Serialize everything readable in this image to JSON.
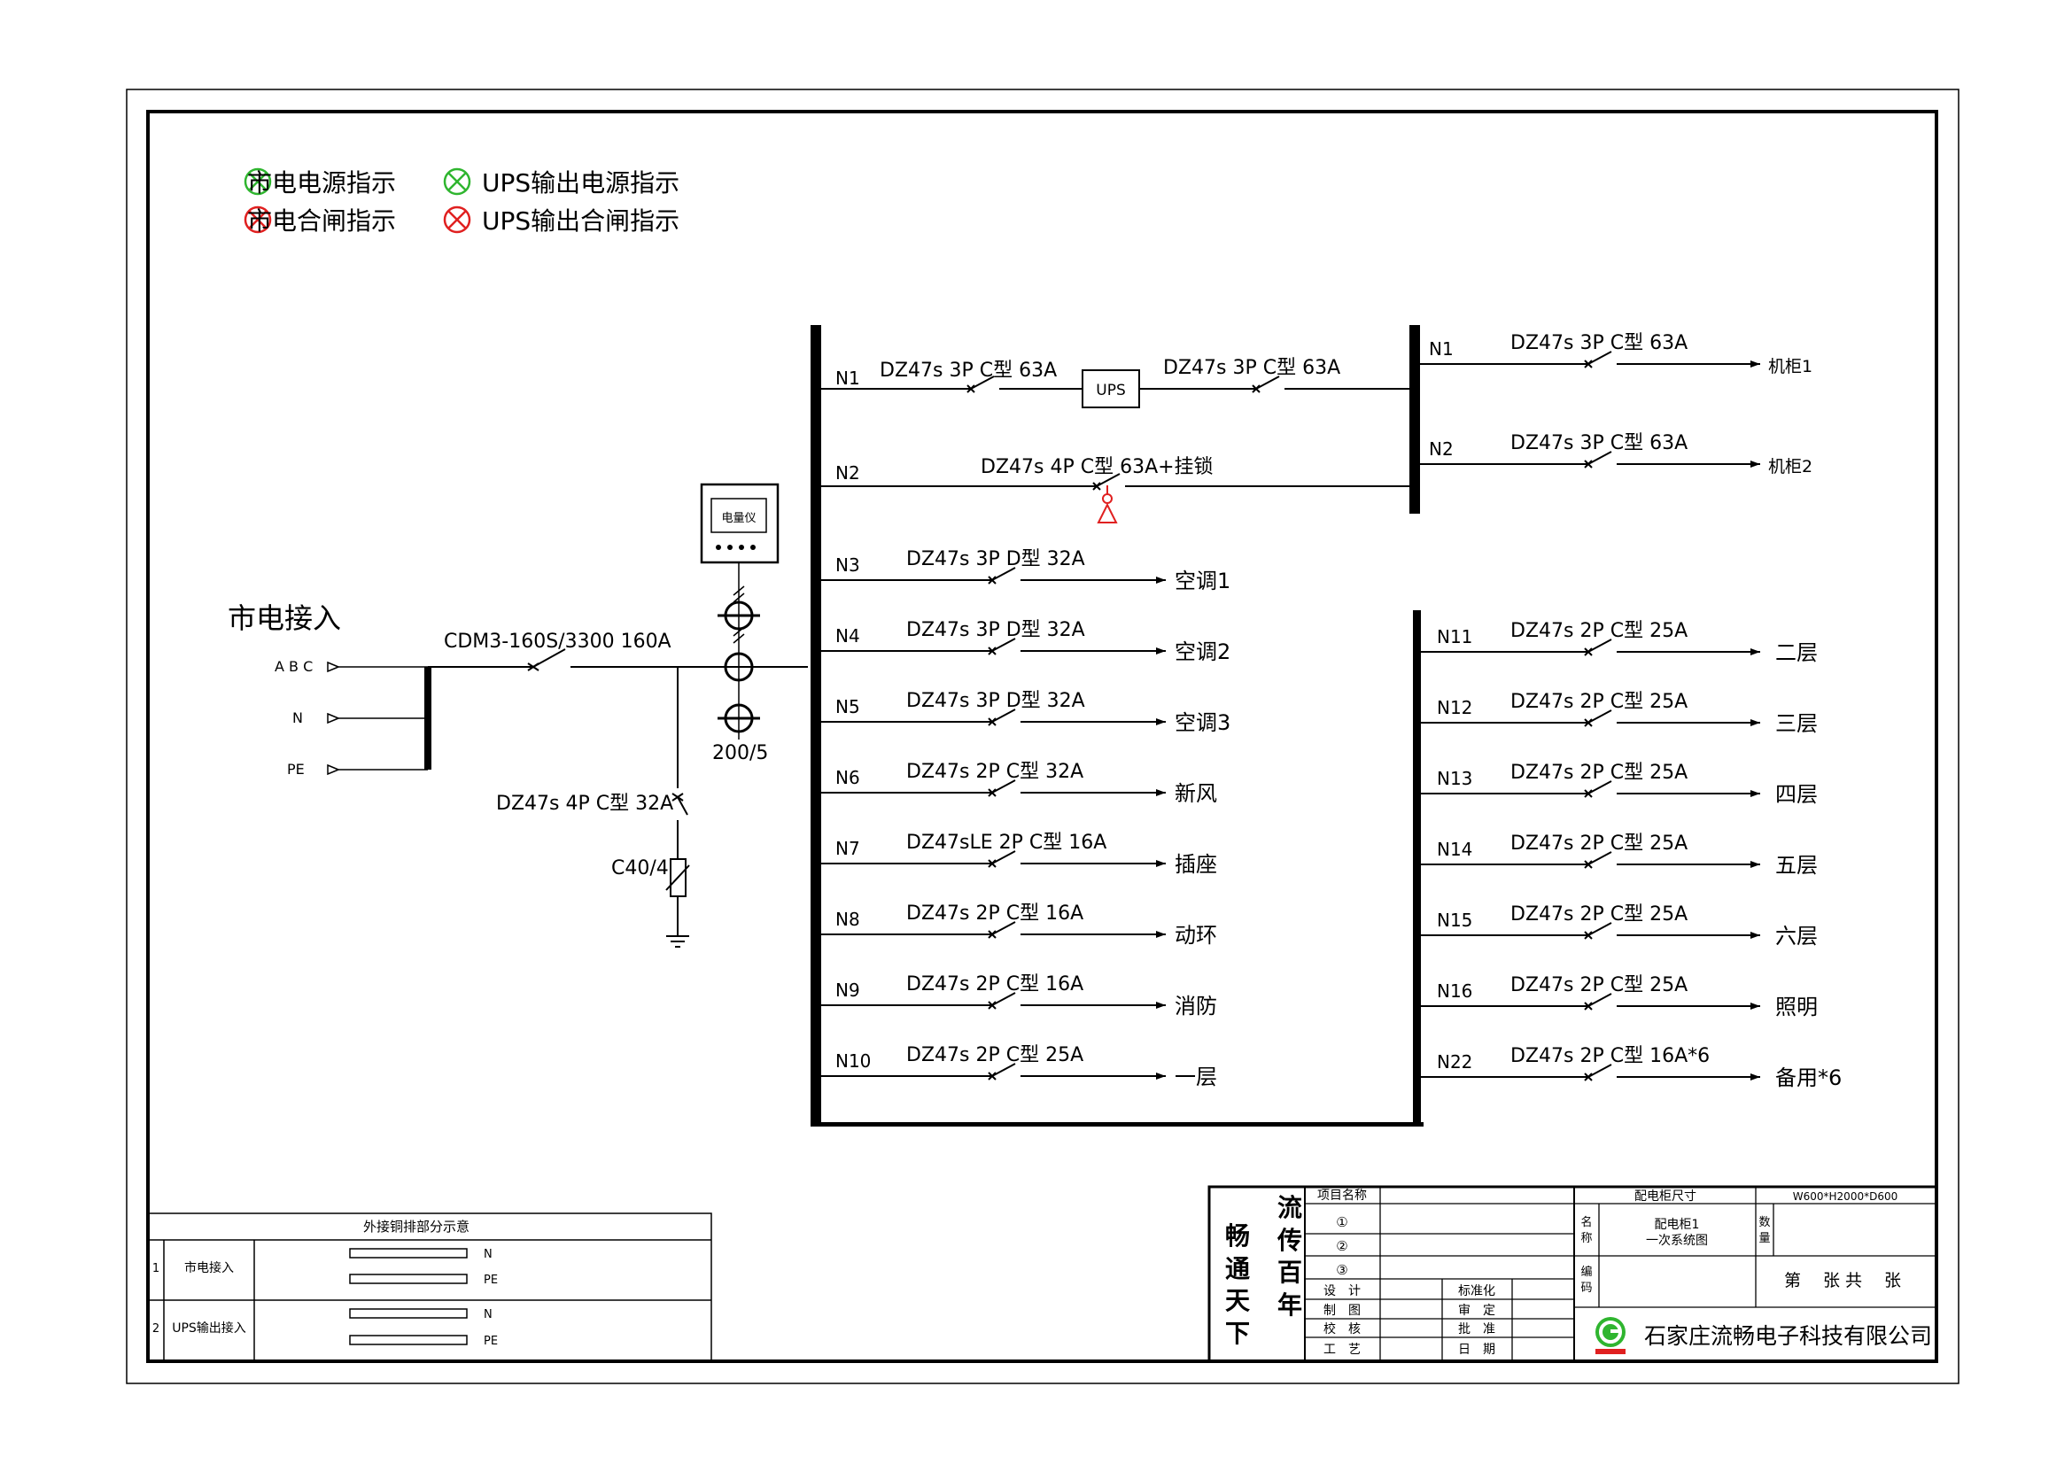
{
  "legend": {
    "items": [
      {
        "label": "市电电源指示",
        "color": "#2fb52f"
      },
      {
        "label": "UPS输出电源指示",
        "color": "#2fb52f"
      },
      {
        "label": "市电合闸指示",
        "color": "#e02020"
      },
      {
        "label": "UPS输出合闸指示",
        "color": "#e02020"
      }
    ]
  },
  "input": {
    "title": "市电接入",
    "terminals": [
      "A B C",
      "N",
      "PE"
    ],
    "main_breaker": "CDM3-160S/3300 160A",
    "meter_label": "电量仪",
    "ct_ratio": "200/5",
    "spd_breaker": "DZ47s 4P C型 32A",
    "spd": "C40/4"
  },
  "main_feeders": [
    {
      "id": "N3",
      "breaker": "DZ47s 3P D型 32A",
      "load": "空调1"
    },
    {
      "id": "N4",
      "breaker": "DZ47s 3P D型 32A",
      "load": "空调2"
    },
    {
      "id": "N5",
      "breaker": "DZ47s 3P D型 32A",
      "load": "空调3"
    },
    {
      "id": "N6",
      "breaker": "DZ47s 2P C型 32A",
      "load": "新风"
    },
    {
      "id": "N7",
      "breaker": "DZ47sLE 2P C型 16A",
      "load": "插座"
    },
    {
      "id": "N8",
      "breaker": "DZ47s 2P C型 16A",
      "load": "动环"
    },
    {
      "id": "N9",
      "breaker": "DZ47s 2P C型 16A",
      "load": "消防"
    },
    {
      "id": "N10",
      "breaker": "DZ47s 2P C型 25A",
      "load": "一层"
    }
  ],
  "ups_path": {
    "n1_id": "N1",
    "n1_breaker_in": "DZ47s 3P C型 63A",
    "ups_label": "UPS",
    "n1_breaker_out": "DZ47s 3P C型 63A",
    "n2_id": "N2",
    "n2_breaker": "DZ47s 4P C型 63A+挂锁"
  },
  "ups_feeders": [
    {
      "id": "N1",
      "breaker": "DZ47s 3P C型 63A",
      "load": "机柜1"
    },
    {
      "id": "N2",
      "breaker": "DZ47s 3P C型 63A",
      "load": "机柜2"
    }
  ],
  "floor_feeders": [
    {
      "id": "N11",
      "breaker": "DZ47s 2P C型 25A",
      "load": "二层"
    },
    {
      "id": "N12",
      "breaker": "DZ47s 2P C型 25A",
      "load": "三层"
    },
    {
      "id": "N13",
      "breaker": "DZ47s 2P C型 25A",
      "load": "四层"
    },
    {
      "id": "N14",
      "breaker": "DZ47s 2P C型 25A",
      "load": "五层"
    },
    {
      "id": "N15",
      "breaker": "DZ47s 2P C型 25A",
      "load": "六层"
    },
    {
      "id": "N16",
      "breaker": "DZ47s 2P C型 25A",
      "load": "照明"
    },
    {
      "id": "N22",
      "breaker": "DZ47s 2P C型 16A*6",
      "load": "备用*6"
    }
  ],
  "copper_table": {
    "title": "外接铜排部分示意",
    "rows": [
      {
        "no": "1",
        "name": "市电接入",
        "bars": [
          "N",
          "PE"
        ]
      },
      {
        "no": "2",
        "name": "UPS输出接入",
        "bars": [
          "N",
          "PE"
        ]
      }
    ]
  },
  "title_block": {
    "slogan": [
      "流",
      "传",
      "百",
      "年",
      "畅",
      "通",
      "天",
      "下"
    ],
    "project_label": "项目名称",
    "circled": [
      "①",
      "②",
      "③"
    ],
    "roles_left": [
      "设　计",
      "制　图",
      "校　核",
      "工　艺"
    ],
    "roles_right": [
      "标准化",
      "审　定",
      "批　准",
      "日　期"
    ],
    "size_label": "配电柜尺寸",
    "size_value": "W600*H2000*D600",
    "name_label": [
      "名",
      "称"
    ],
    "name_value": [
      "配电柜1",
      "一次系统图"
    ],
    "qty_label": [
      "数",
      "量"
    ],
    "code_label": [
      "编",
      "码"
    ],
    "sheet_text": "第　 张 共　 张",
    "company": "石家庄流畅电子科技有限公司"
  }
}
